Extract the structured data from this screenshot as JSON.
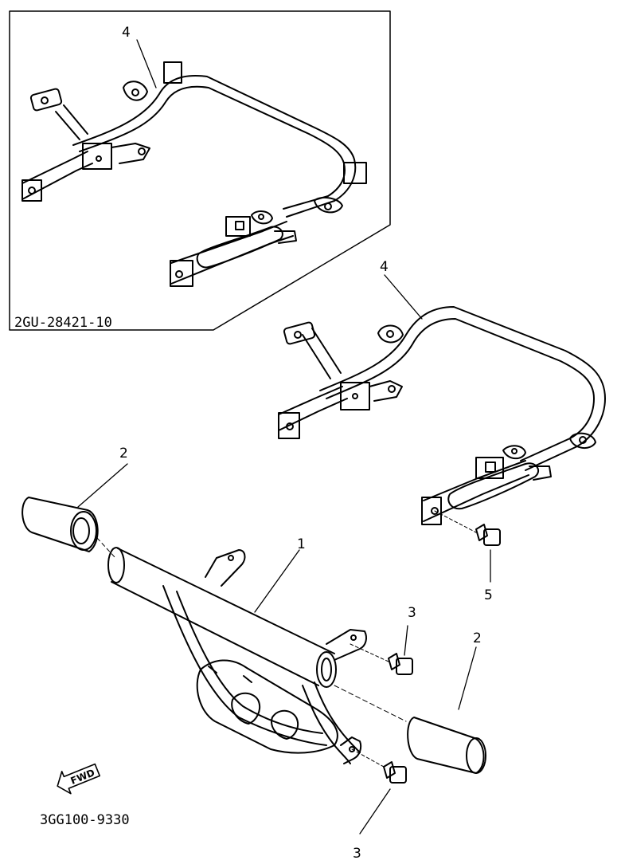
{
  "inset": {
    "part_code": "2GU-28421-10"
  },
  "callouts": {
    "c1": "1",
    "c2_left": "2",
    "c2_right": "2",
    "c3_top": "3",
    "c3_bottom": "3",
    "c4_inset": "4",
    "c4_main": "4",
    "c5": "5"
  },
  "fwd_label": "FWD",
  "diagram_code": "3GG100-9330"
}
